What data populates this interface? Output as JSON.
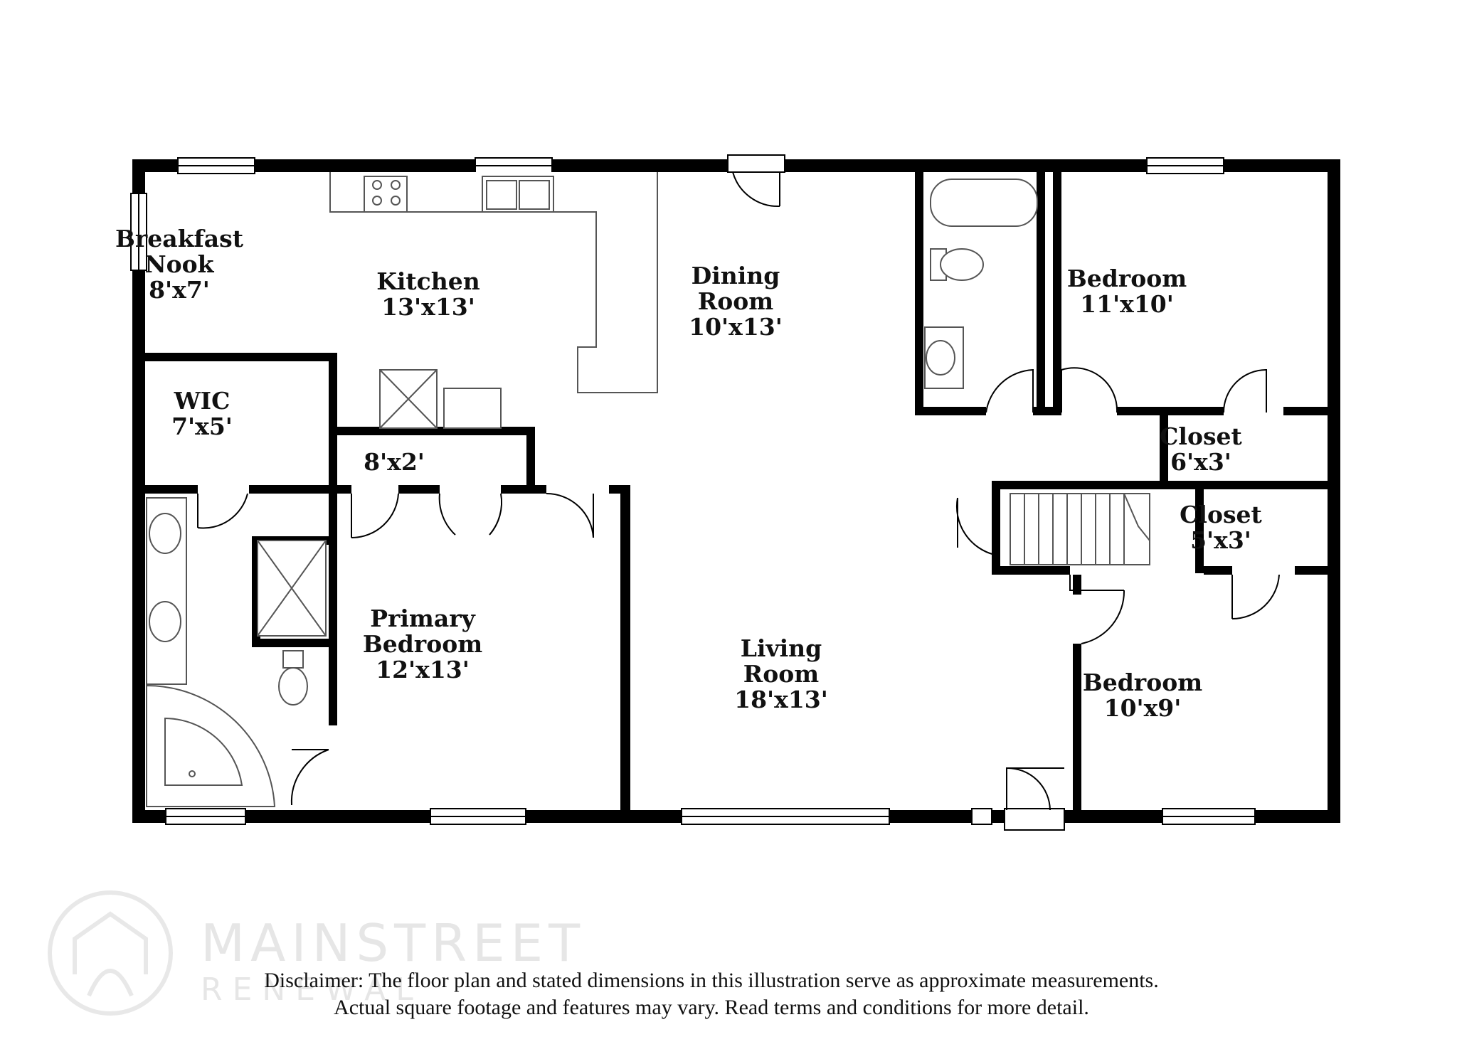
{
  "rooms": {
    "breakfast_nook": {
      "name_line1": "Breakfast",
      "name_line2": "Nook",
      "dims": "8'x7'"
    },
    "kitchen": {
      "name": "Kitchen",
      "dims": "13'x13'"
    },
    "dining_room": {
      "name_line1": "Dining",
      "name_line2": "Room",
      "dims": "10'x13'"
    },
    "bedroom_top": {
      "name": "Bedroom",
      "dims": "11'x10'"
    },
    "wic": {
      "name": "WIC",
      "dims": "7'x5'"
    },
    "hall_closet": {
      "dims": "8'x2'"
    },
    "closet_6x3": {
      "name": "Closet",
      "dims": "6'x3'"
    },
    "closet_5x3": {
      "name": "Closet",
      "dims": "5'x3'"
    },
    "primary_bedroom": {
      "name_line1": "Primary",
      "name_line2": "Bedroom",
      "dims": "12'x13'"
    },
    "living_room": {
      "name_line1": "Living",
      "name_line2": "Room",
      "dims": "18'x13'"
    },
    "bedroom_bottom": {
      "name": "Bedroom",
      "dims": "10'x9'"
    }
  },
  "watermark": {
    "line1": "MAINSTREET",
    "line2": "RENEWAL"
  },
  "disclaimer": {
    "line1": "Disclaimer: The floor plan and stated dimensions in this illustration serve as approximate measurements.",
    "line2": "Actual square footage and features may vary. Read terms and conditions for more detail."
  },
  "colors": {
    "wall": "#000000",
    "fixture": "#555555",
    "watermark": "#e6e6e6"
  }
}
